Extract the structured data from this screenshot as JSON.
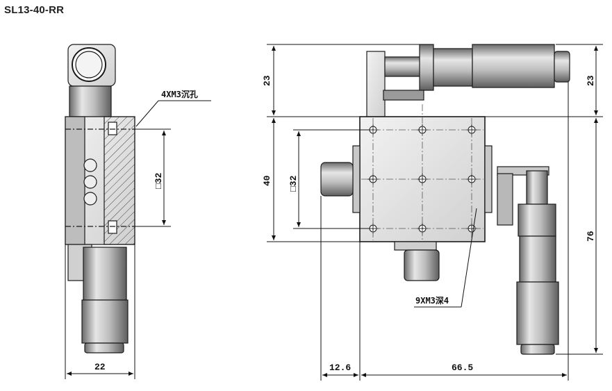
{
  "title": "SL13-40-RR",
  "side_view": {
    "callout": "4XM3沉孔",
    "dim_square": "□32",
    "dim_width": "22"
  },
  "top_view": {
    "callout": "9XM3深4",
    "dim_left_height": "40",
    "dim_left_square": "□32",
    "dim_top": "23",
    "dim_right_top": "23",
    "dim_right_total": "76",
    "dim_bottom_left": "12.6",
    "dim_bottom_right": "66.5"
  },
  "colors": {
    "line": "#1a1a1a",
    "body_fill": "#d9d9d9",
    "dark_fill": "#8e8e8e",
    "hatch": "#444444"
  }
}
